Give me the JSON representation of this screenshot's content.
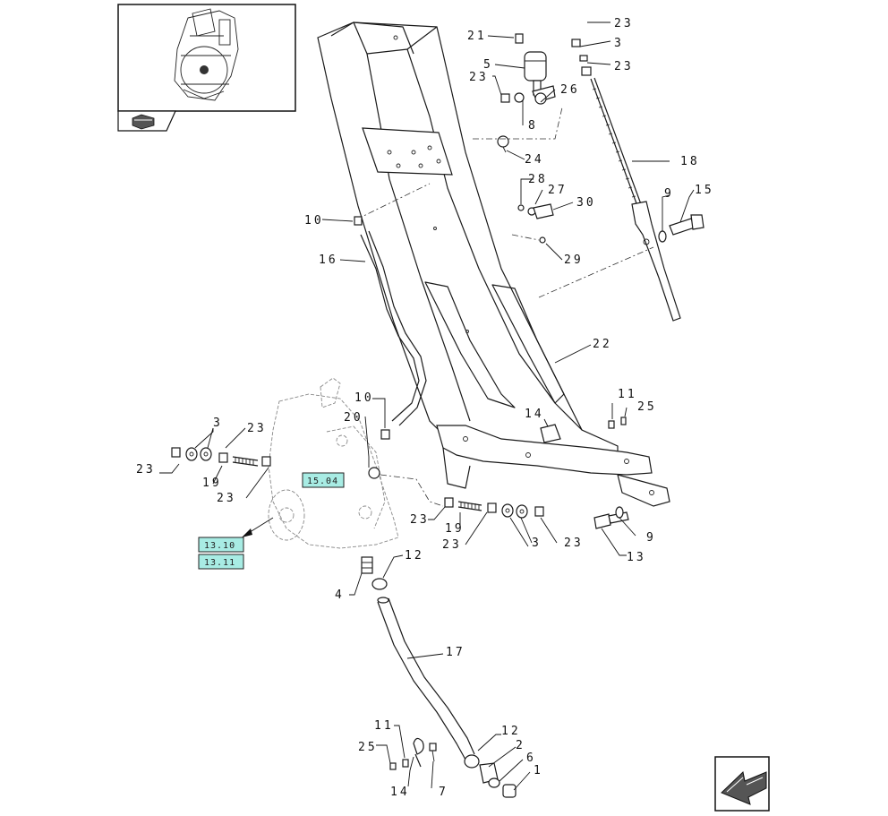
{
  "callouts": {
    "c21": "21",
    "c5": "5",
    "c23a": "23",
    "c8": "8",
    "c26": "26",
    "c24": "24",
    "c23b": "23",
    "c3a": "3",
    "c23c": "23",
    "c18": "18",
    "c28": "28",
    "c27": "27",
    "c30": "30",
    "c29": "29",
    "c9a": "9",
    "c15": "15",
    "c10a": "10",
    "c16": "16",
    "c22": "22",
    "c10b": "10",
    "c20": "20",
    "c3b": "3",
    "c23d": "23",
    "c23e": "23",
    "c19a": "19",
    "c23f": "23",
    "c14a": "14",
    "c11a": "11",
    "c25a": "25",
    "c23g": "23",
    "c19b": "19",
    "c23h": "23",
    "c3c": "3",
    "c23i": "23",
    "c13": "13",
    "c9b": "9",
    "c12a": "12",
    "c4": "4",
    "c17": "17",
    "c11b": "11",
    "c25b": "25",
    "c14b": "14",
    "c7": "7",
    "c12b": "12",
    "c2": "2",
    "c6": "6",
    "c1": "1"
  },
  "references": {
    "ref_1504": "15.04",
    "ref_1310": "13.10",
    "ref_1311": "13.11"
  },
  "colors": {
    "reference_box": "#a8ece4",
    "line": "#1a1a1a"
  },
  "icons": {
    "thumbnail": "machine-overview-thumbnail",
    "thumb_tab": "navigation-tab-icon",
    "nav_back": "previous-page-arrow-icon"
  }
}
